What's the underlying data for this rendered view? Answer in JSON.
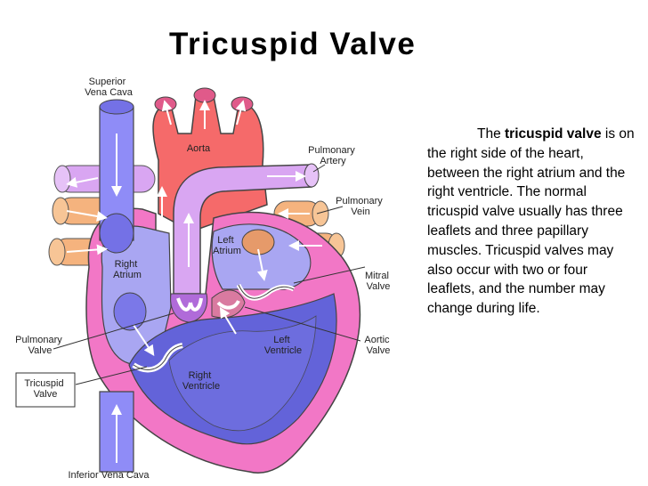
{
  "title": "Tricuspid Valve",
  "description": {
    "lead": "The ",
    "term": "tricuspid valve",
    "body": "is on the right side of the heart, between the right atrium and the right ventricle. The normal tricuspid valve usually has three leaflets and three papillary muscles. Tricuspid valves may also occur with two or four leaflets, and the number may change during life."
  },
  "labels": {
    "superior_vena_cava": [
      "Superior",
      "Vena Cava"
    ],
    "aorta": "Aorta",
    "pulmonary_artery": [
      "Pulmonary",
      "Artery"
    ],
    "pulmonary_vein": [
      "Pulmonary",
      "Vein"
    ],
    "left_atrium": [
      "Left",
      "Atrium"
    ],
    "right_atrium": [
      "Right",
      "Atrium"
    ],
    "mitral_valve": [
      "Mitral",
      "Valve"
    ],
    "pulmonary_valve": [
      "Pulmonary",
      "Valve"
    ],
    "left_ventricle": [
      "Left",
      "Ventricle"
    ],
    "aortic_valve": [
      "Aortic",
      "Valve"
    ],
    "tricuspid_valve": [
      "Tricuspid",
      "Valve"
    ],
    "right_ventricle": [
      "Right",
      "Ventricle"
    ],
    "inferior_vena_cava": "Inferior Vena Cava"
  },
  "colors": {
    "vena_cava": "#8f8cf7",
    "right_atrium": "#a9a6f2",
    "aorta": "#f56a6a",
    "pulmonary_artery": "#d9a6f2",
    "pulmonary_vein": "#f5b37e",
    "heart_wall": "#f277c6",
    "left_ventricle": "#6363d9",
    "valve": "#b06bd9"
  }
}
